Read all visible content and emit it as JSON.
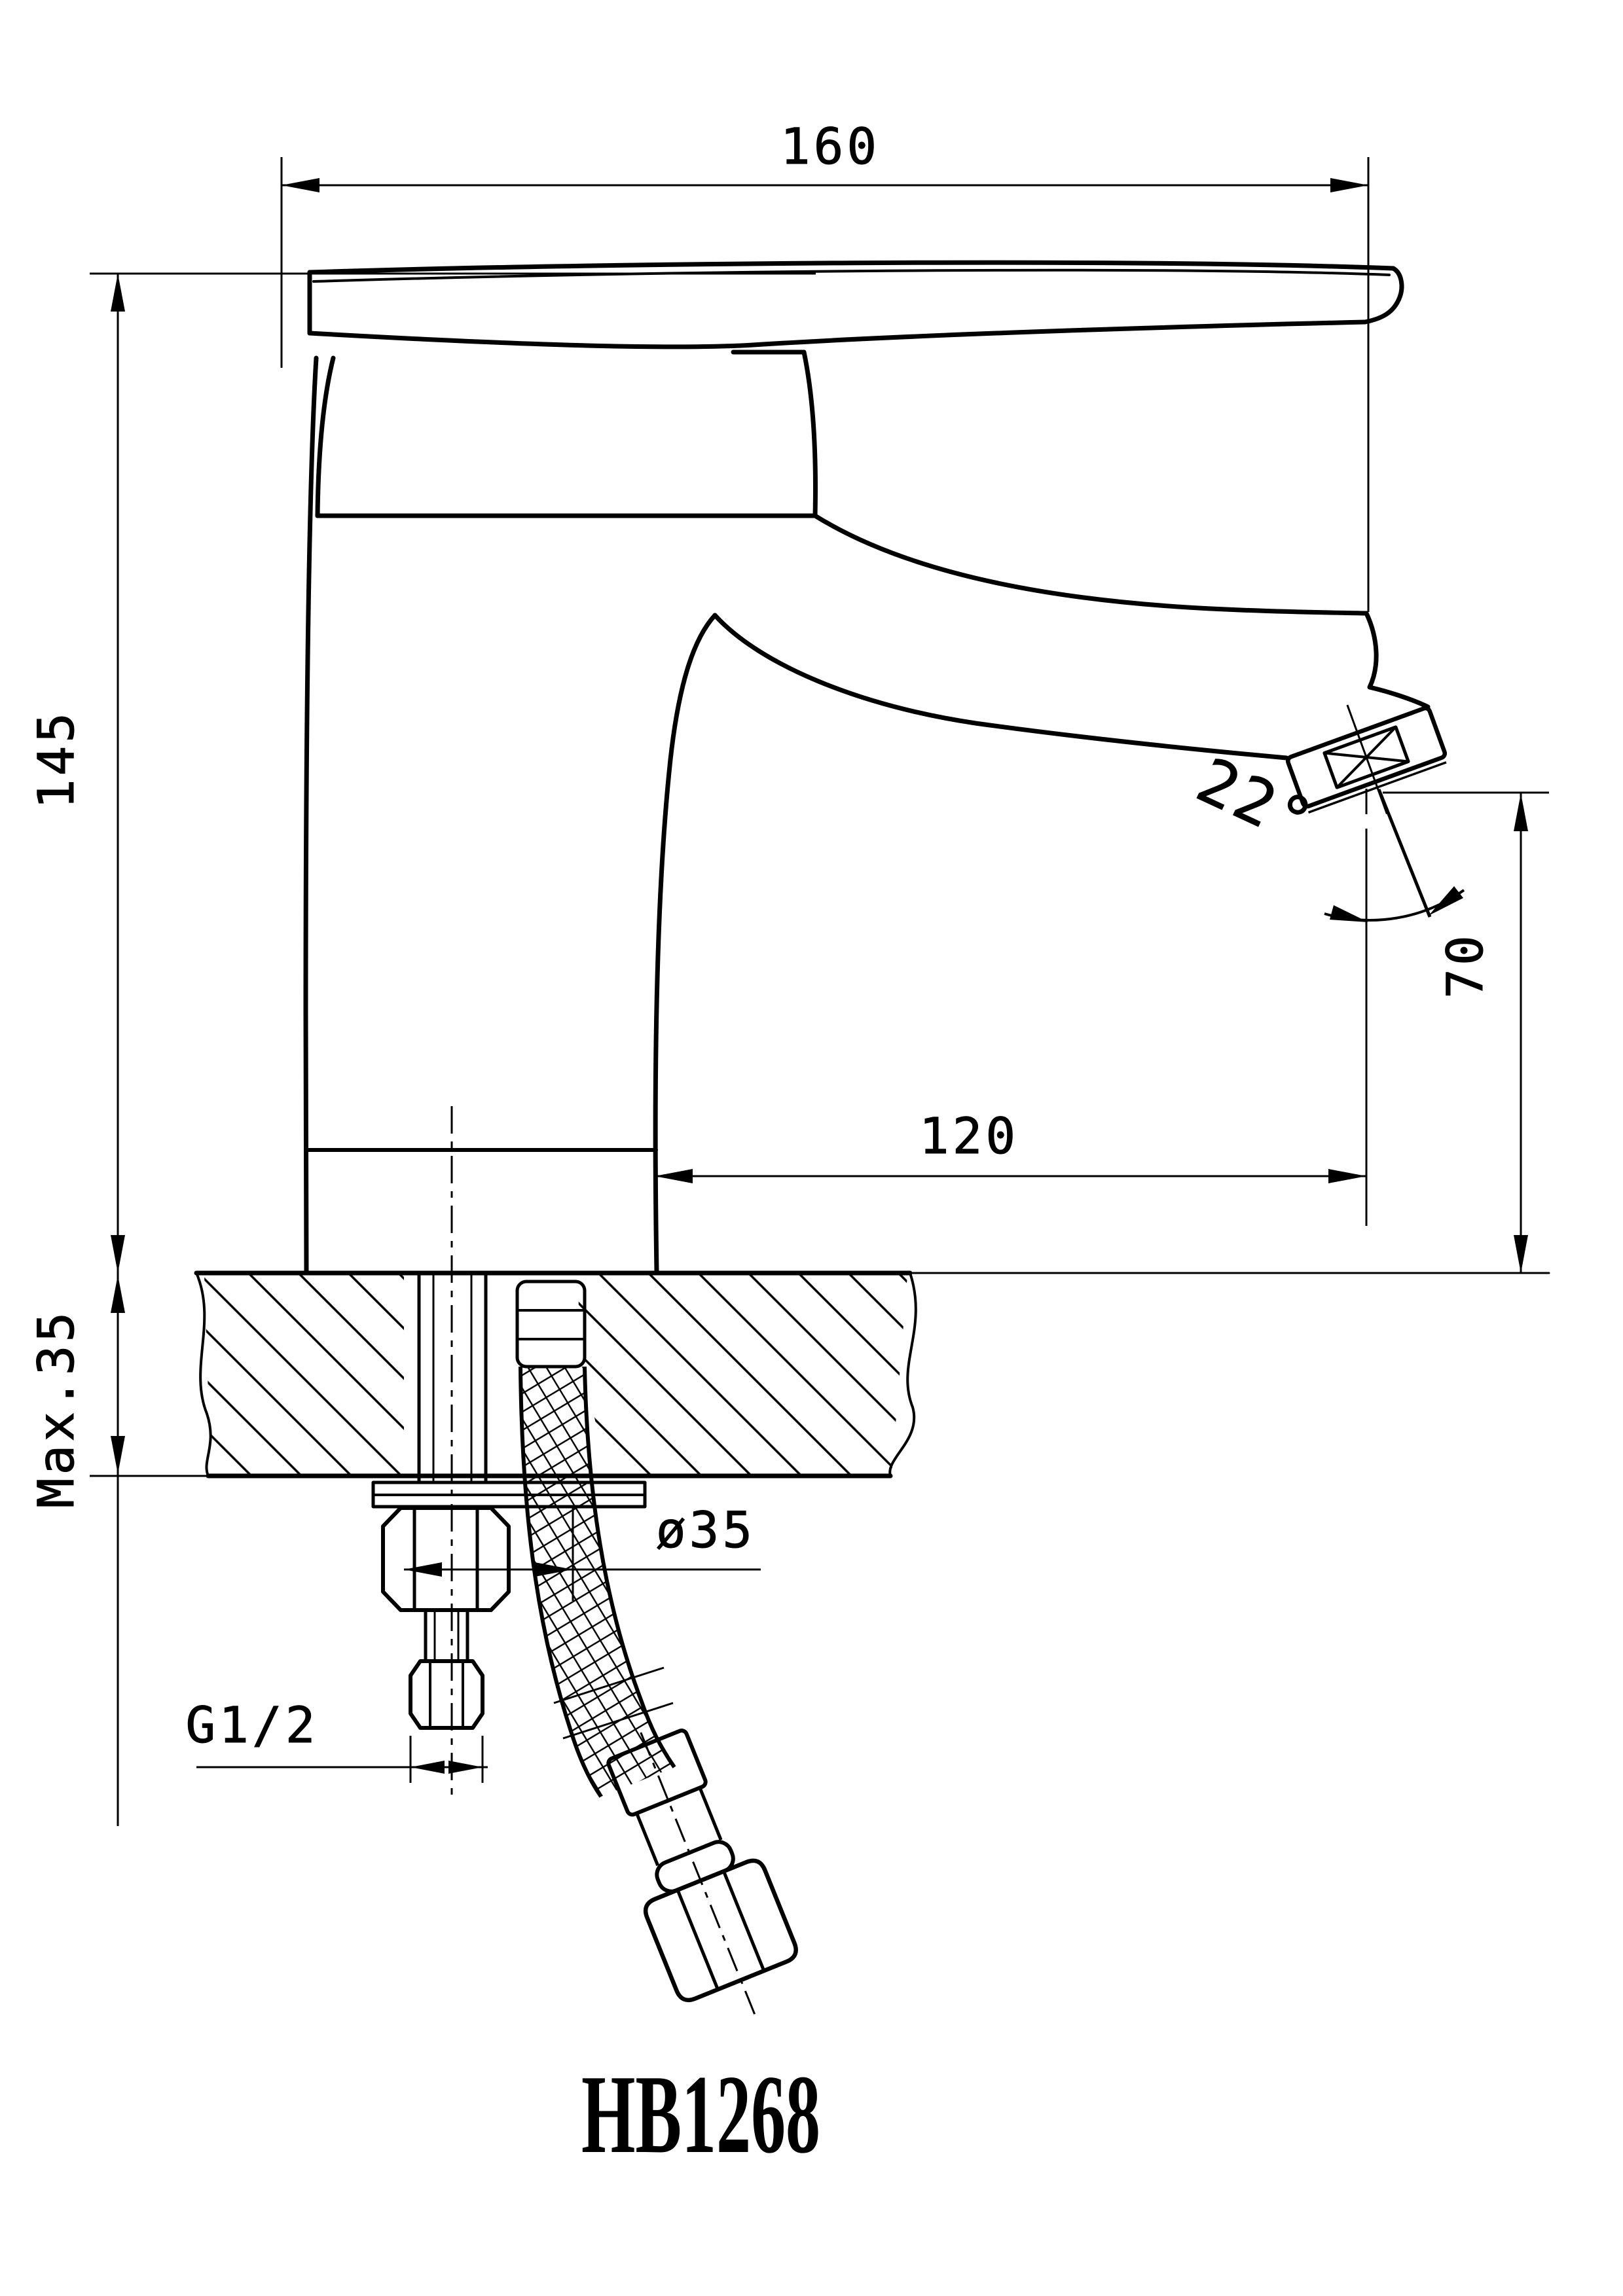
{
  "drawing": {
    "model": "HB1268",
    "dimensions": {
      "overall_width": "160",
      "overall_height": "145",
      "spout_height": "70",
      "spout_reach": "120",
      "outlet_angle": "22°",
      "max_mounting_thickness": "Max.35",
      "mounting_hole_diameter": "ø35",
      "inlet_thread": "G1/2"
    }
  }
}
